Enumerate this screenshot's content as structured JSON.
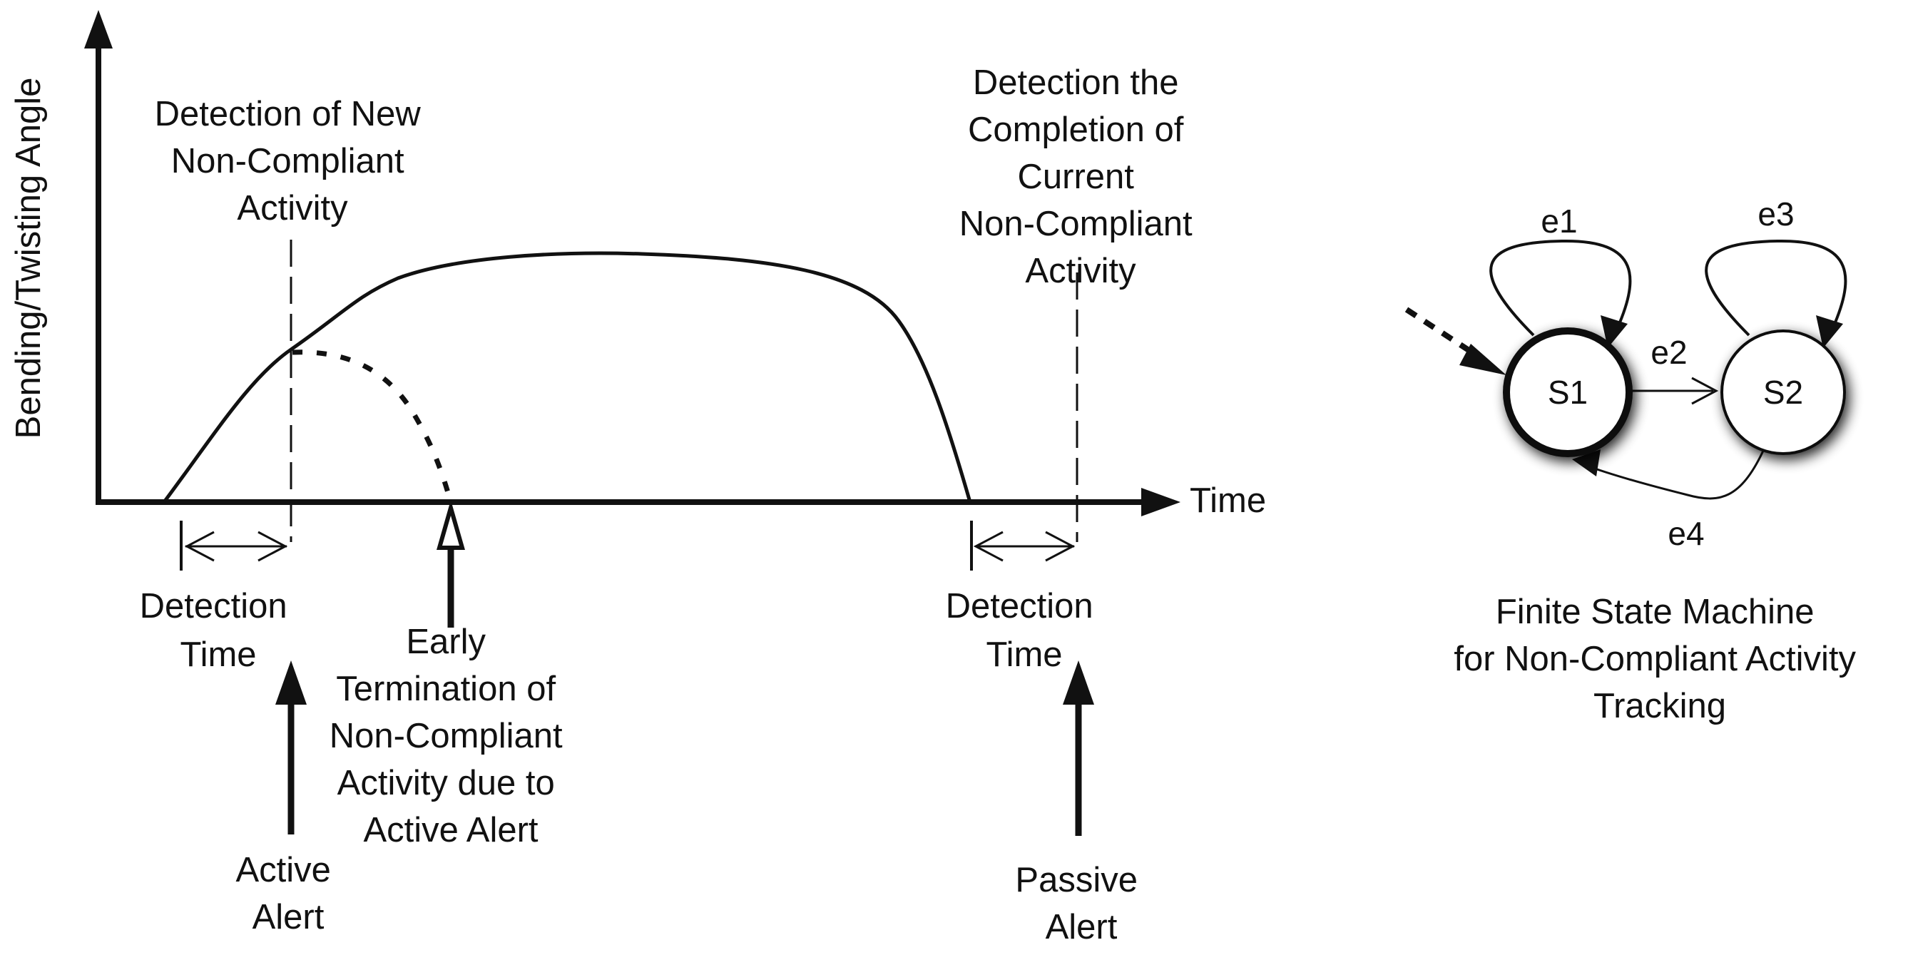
{
  "left_diagram": {
    "y_axis_label": "Bending/Twisting Angle",
    "x_axis_label": "Time",
    "annotation_new": [
      "Detection of New",
      "Non-Compliant",
      "Activity"
    ],
    "annotation_completion": [
      "Detection the",
      "Completion of",
      "Current",
      "Non-Compliant",
      "Activity"
    ],
    "detection_time_left": [
      "Detection",
      "Time"
    ],
    "detection_time_right": [
      "Detection",
      "Time"
    ],
    "early_termination": [
      "Early",
      "Termination of",
      "Non-Compliant",
      "Activity due to",
      "Active Alert"
    ],
    "active_alert": [
      "Active",
      "Alert"
    ],
    "passive_alert": [
      "Passive",
      "Alert"
    ]
  },
  "fsm": {
    "states": [
      {
        "id": "S1",
        "label": "S1",
        "initial": true
      },
      {
        "id": "S2",
        "label": "S2",
        "initial": false
      }
    ],
    "edges": [
      {
        "label": "e1",
        "from": "S1",
        "to": "S1"
      },
      {
        "label": "e2",
        "from": "S1",
        "to": "S2"
      },
      {
        "label": "e3",
        "from": "S2",
        "to": "S2"
      },
      {
        "label": "e4",
        "from": "S2",
        "to": "S1"
      }
    ],
    "caption": [
      "Finite State Machine",
      "for Non-Compliant Activity",
      "Tracking"
    ]
  },
  "colors": {
    "ink": "#111111",
    "background": "#ffffff"
  }
}
